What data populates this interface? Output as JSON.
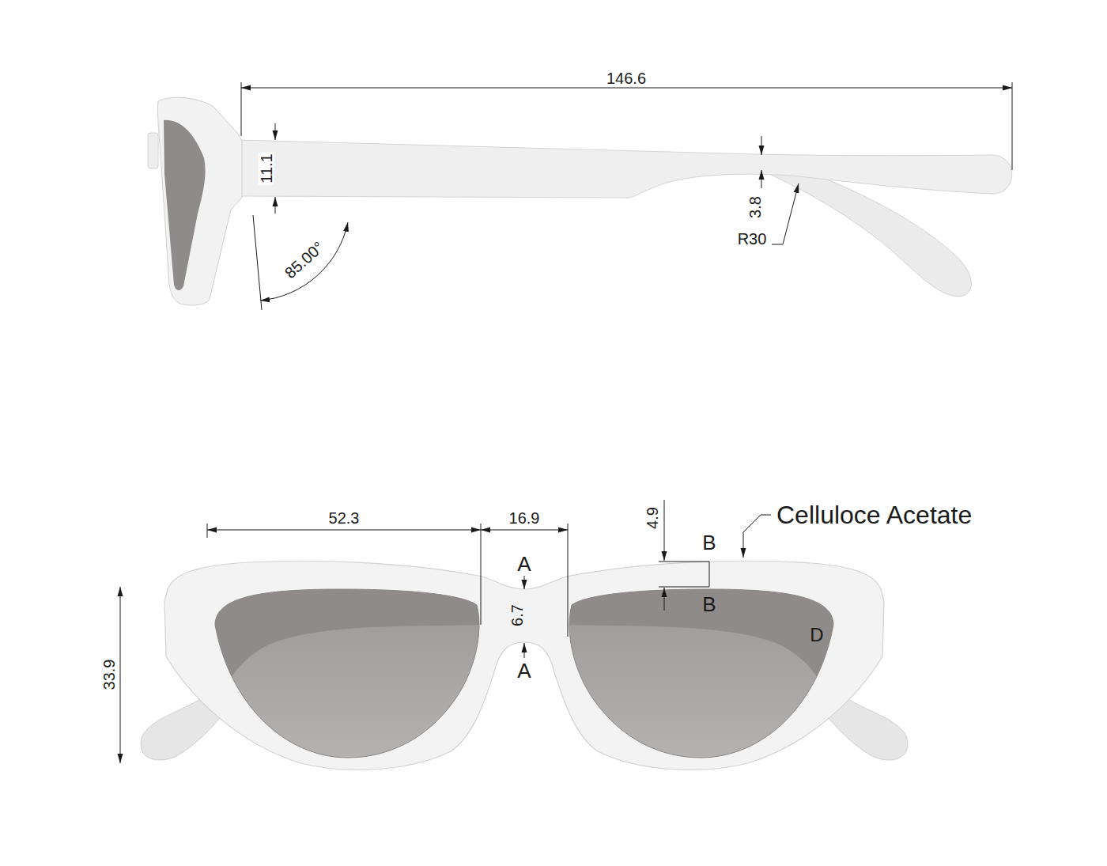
{
  "diagram": {
    "labels": [
      "146.6",
      "11.1",
      "85.00°",
      "3.8",
      "R30",
      "52.3",
      "16.9",
      "4.9",
      "Celluloce Acetate",
      "B",
      "A",
      "B",
      "6.7",
      "33.9",
      "D",
      "A"
    ]
  }
}
